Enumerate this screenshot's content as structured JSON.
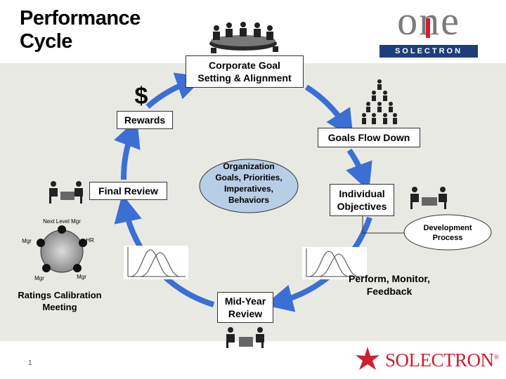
{
  "title": {
    "line1": "Performance",
    "line2": "Cycle"
  },
  "logo": {
    "word": "one",
    "sub": "SOLECTRON"
  },
  "center": {
    "line1": "Organization",
    "line2": "Goals, Priorities,",
    "line3": "Imperatives,",
    "line4": "Behaviors"
  },
  "boxes": {
    "corporate": {
      "line1": "Corporate Goal",
      "line2": "Setting & Alignment"
    },
    "goals_flow": "Goals Flow Down",
    "individual": {
      "line1": "Individual",
      "line2": "Objectives"
    },
    "midyear": {
      "line1": "Mid-Year",
      "line2": "Review"
    },
    "final_review": "Final Review",
    "rewards": "Rewards"
  },
  "development": {
    "line1": "Development",
    "line2": "Process"
  },
  "perform": {
    "line1": "Perform, Monitor,",
    "line2": "Feedback"
  },
  "dollar": "$",
  "calibration": {
    "next_level": "Next Level Mgr",
    "mgr_left": "Mgr",
    "hr": "HR",
    "mgr_bottom_left": "Mgr",
    "mgr_bottom_right": "Mgr",
    "caption_line1": "Ratings Calibration",
    "caption_line2": "Meeting"
  },
  "footer": {
    "page": "1",
    "brand": "SOLECTRON",
    "registered": "®"
  },
  "colors": {
    "arrow": "#3b6fd4",
    "band": "#e9e9e4",
    "ellipse": "#b8cde6",
    "logo_grey": "#7a7a7a",
    "logo_red": "#cc1f2f",
    "logo_navy": "#1f3d7a"
  }
}
